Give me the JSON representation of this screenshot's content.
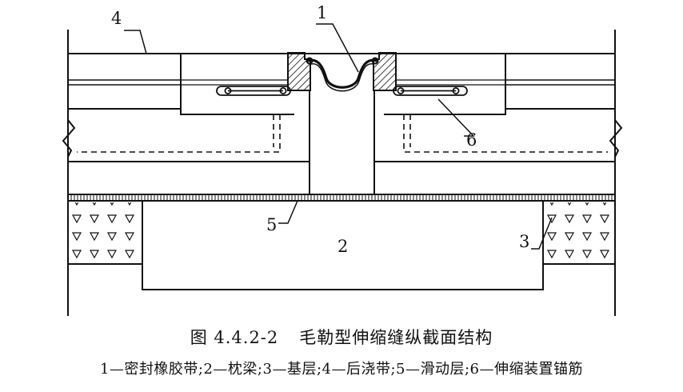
{
  "figure": {
    "labels": {
      "sealing_strip": "1",
      "sleeper_beam": "2",
      "base_course": "3",
      "post_cast_strip": "4",
      "sliding_layer": "5",
      "anchor_bars": "6"
    }
  },
  "caption": {
    "number": "图 4.4.2-2",
    "title": "毛勒型伸缩缝纵截面结构",
    "legend": "1—密封橡胶带;2—枕梁;3—基层;4—后浇带;5—滑动层;6—伸缩装置锚筋"
  },
  "colors": {
    "ink": "#111111",
    "background": "#ffffff"
  }
}
